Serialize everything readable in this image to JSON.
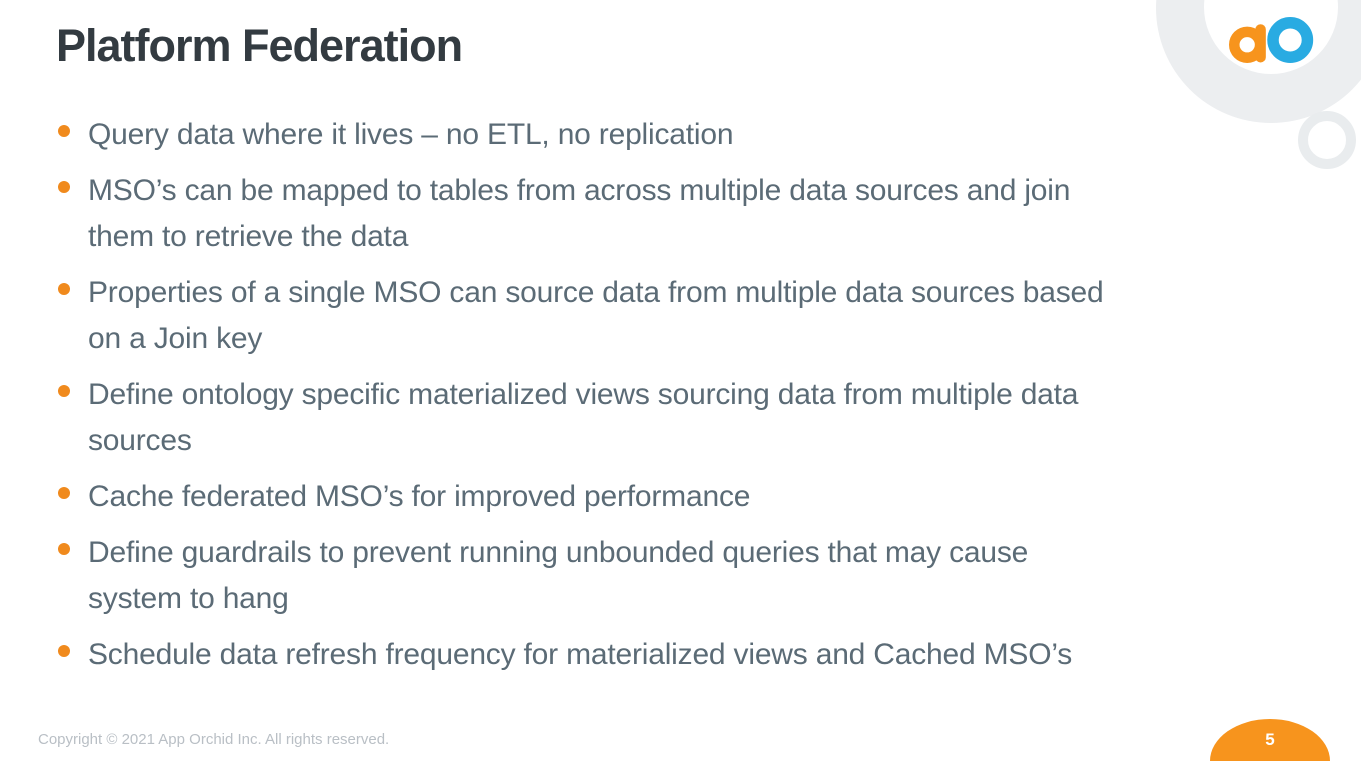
{
  "slide": {
    "title": "Platform Federation",
    "bullets": [
      {
        "lines": [
          "Query data where it lives – no ETL, no replication"
        ]
      },
      {
        "lines": [
          "MSO’s can be mapped to tables from across multiple data sources and join",
          "them to retrieve the data"
        ]
      },
      {
        "lines": [
          "Properties of a single MSO can source data from multiple data sources based",
          "on a Join key"
        ]
      },
      {
        "lines": [
          "Define ontology specific materialized views sourcing data from multiple data",
          "sources"
        ]
      },
      {
        "lines": [
          "Cache federated MSO’s for improved performance"
        ]
      },
      {
        "lines": [
          "Define guardrails to prevent running unbounded queries that may cause",
          "system to hang"
        ]
      },
      {
        "lines": [
          "Schedule data refresh frequency for materialized views and Cached MSO’s"
        ]
      }
    ],
    "footer": {
      "copyright": "Copyright © 2021 App Orchid Inc. All rights reserved."
    },
    "page_number": "5",
    "logo": {
      "letters": "ao",
      "name": "app-orchid-logo"
    },
    "icons": {
      "bullet": "orange-dot-icon",
      "logo": "app-orchid-ao-icon",
      "decoration": "gray-ring-icon"
    },
    "colors": {
      "accent_orange": "#F7941D",
      "accent_blue": "#29ABE2",
      "title_text": "#333B41",
      "body_text": "#5B6B76",
      "footer_text": "#B9BFC5",
      "circle_gray": "#ECEEF0"
    }
  }
}
